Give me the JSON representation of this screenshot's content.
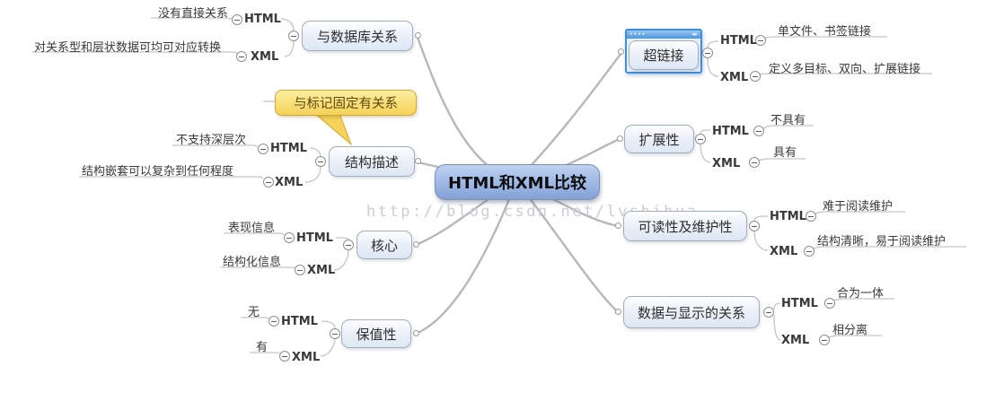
{
  "watermark": "http://blog.csdn.net/lvshihua",
  "keywords": {
    "html": "HTML",
    "xml": "XML"
  },
  "center": {
    "label": "HTML和XML比较"
  },
  "callout": {
    "label": "与标记固定有关系"
  },
  "branches": [
    {
      "label": "与数据库关系",
      "side": "left",
      "html": "没有直接关系",
      "xml": "对关系型和层状数据可均可对应转换"
    },
    {
      "label": "结构描述",
      "side": "left",
      "html": "不支持深层次",
      "xml": "结构嵌套可以复杂到任何程度"
    },
    {
      "label": "核心",
      "side": "left",
      "html": "表现信息",
      "xml": "结构化信息"
    },
    {
      "label": "保值性",
      "side": "left",
      "html": "无",
      "xml": "有"
    },
    {
      "label": "超链接",
      "side": "right",
      "selected": true,
      "html": "单文件、书签链接",
      "xml": "定义多目标、双向、扩展链接"
    },
    {
      "label": "扩展性",
      "side": "right",
      "html": "不具有",
      "xml": "具有"
    },
    {
      "label": "可读性及维护性",
      "side": "right",
      "html": "难于阅读维护",
      "xml": "结构清晰，易于阅读维护"
    },
    {
      "label": "数据与显示的关系",
      "side": "right",
      "html": "合为一体",
      "xml": "相分离"
    }
  ]
}
